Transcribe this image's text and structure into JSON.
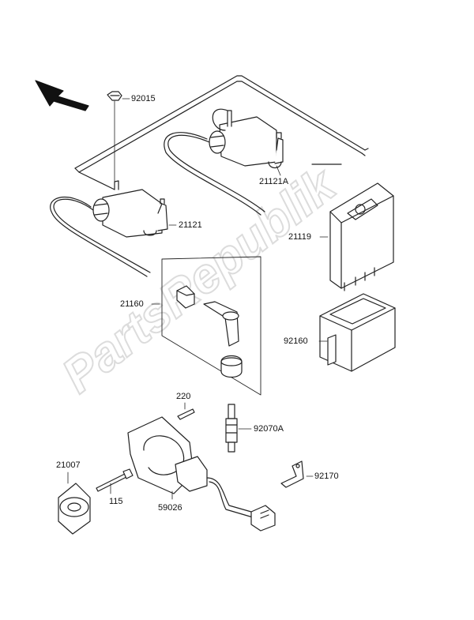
{
  "watermark": {
    "text": "PartsRepublik",
    "color": "#e3e3e3"
  },
  "labels": {
    "p92015": "92015",
    "p21121": "21121",
    "p21121A": "21121A",
    "p21119": "21119",
    "p21160": "21160",
    "p92160": "92160",
    "p220": "220",
    "p92070A": "92070A",
    "p21007": "21007",
    "p115": "115",
    "p59026": "59026",
    "p92170": "92170"
  }
}
